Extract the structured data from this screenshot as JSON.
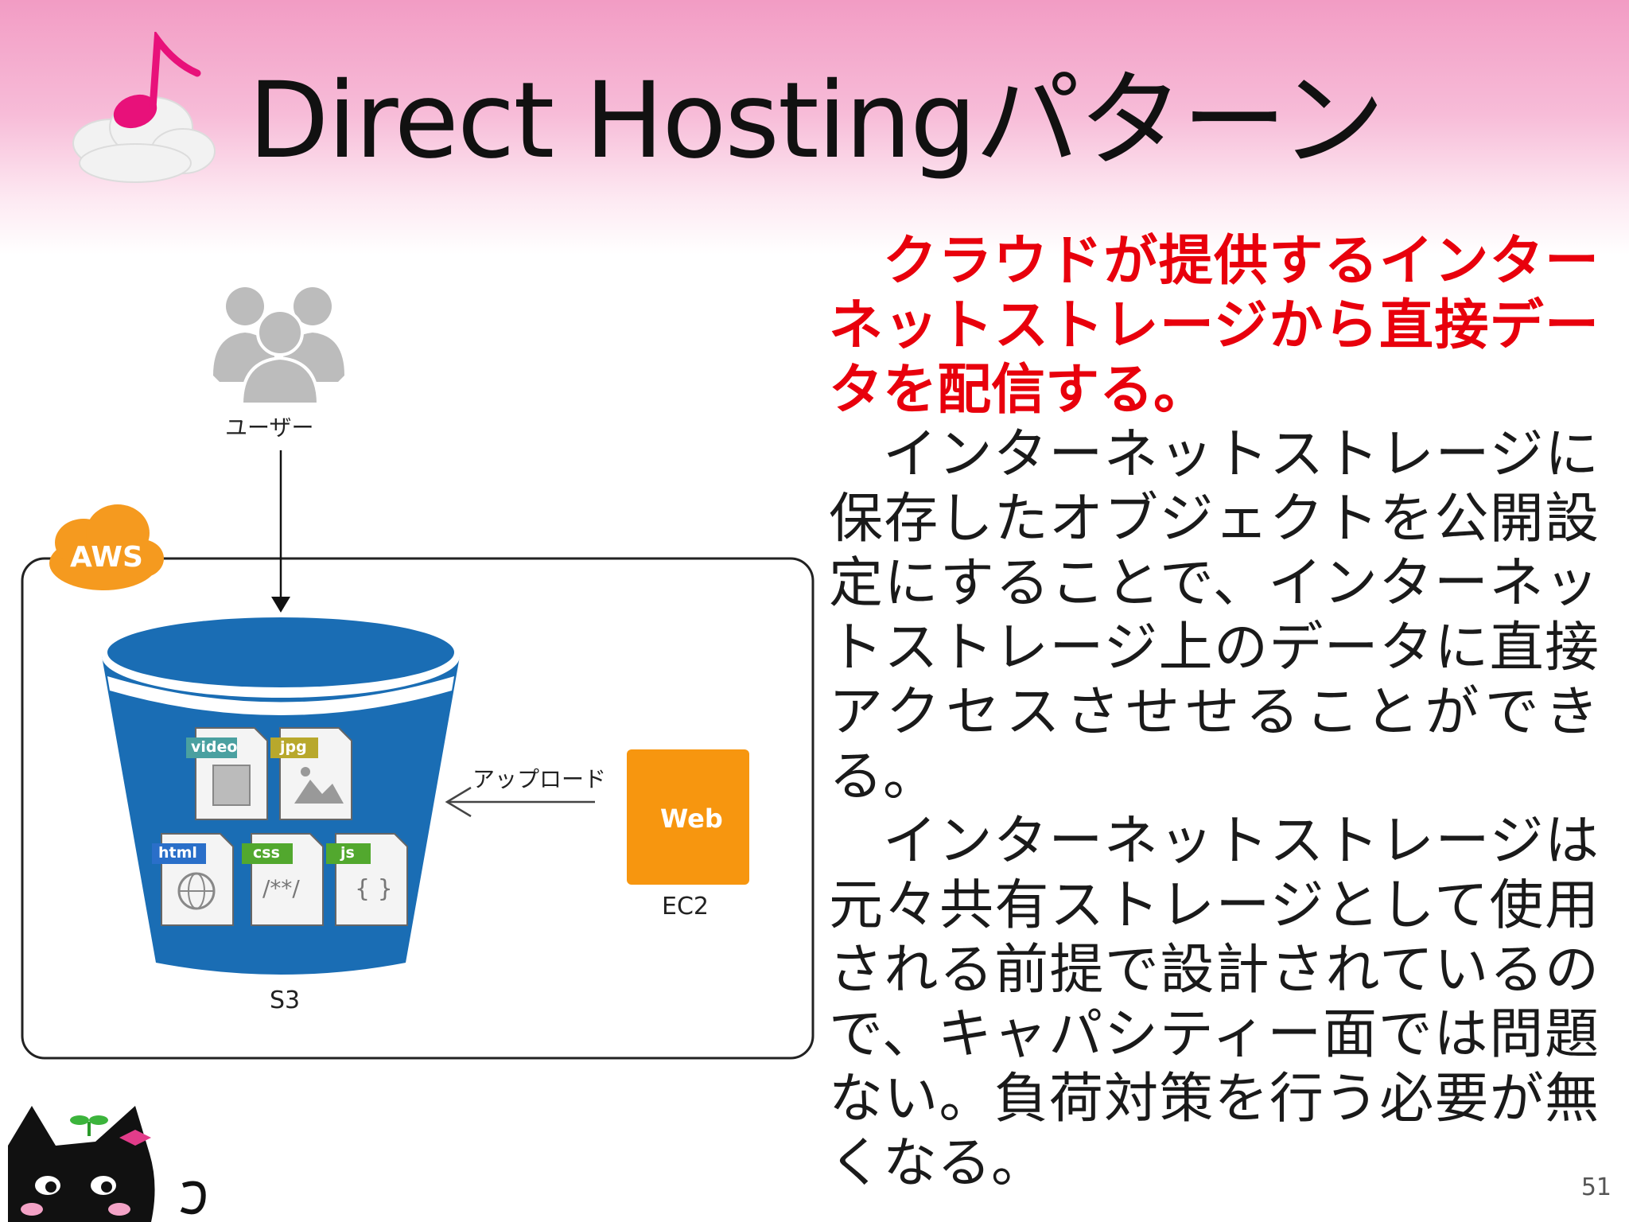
{
  "slide": {
    "title": "Direct Hostingパターン",
    "page_number": "51"
  },
  "diagram": {
    "user_label": "ユーザー",
    "cloud_label": "AWS",
    "bucket_label": "S3",
    "server_label": "EC2",
    "server_box_text": "Web",
    "upload_label": "アップロード",
    "files": [
      {
        "tag": "video",
        "color": "#4aa0a0"
      },
      {
        "tag": "jpg",
        "color": "#b8a82c"
      },
      {
        "tag": "html",
        "color": "#2a6fc9"
      },
      {
        "tag": "css",
        "color": "#52a82e"
      },
      {
        "tag": "js",
        "color": "#52a82e"
      }
    ],
    "file_glyphs": [
      "/**/",
      "{ }"
    ],
    "colors": {
      "bucket": "#1a6db4",
      "ec2_box": "#f7960f",
      "aws_cloud": "#f59a1f",
      "user_icon": "#bcbcbc"
    }
  },
  "body": {
    "lead": "クラウドが提供するインターネットストレージから直接データを配信する。",
    "paragraph1": "インターネットストレージに保存したオブジェクトを公開設定にすることで、インターネットストレージ上のデータに直接アクセスさせせることができる。",
    "paragraph2": "インターネットストレージは元々共有ストレージとして使用される前提で設計されているので、キャパシティー面では問題ない。負荷対策を行う必要が無くなる。"
  }
}
